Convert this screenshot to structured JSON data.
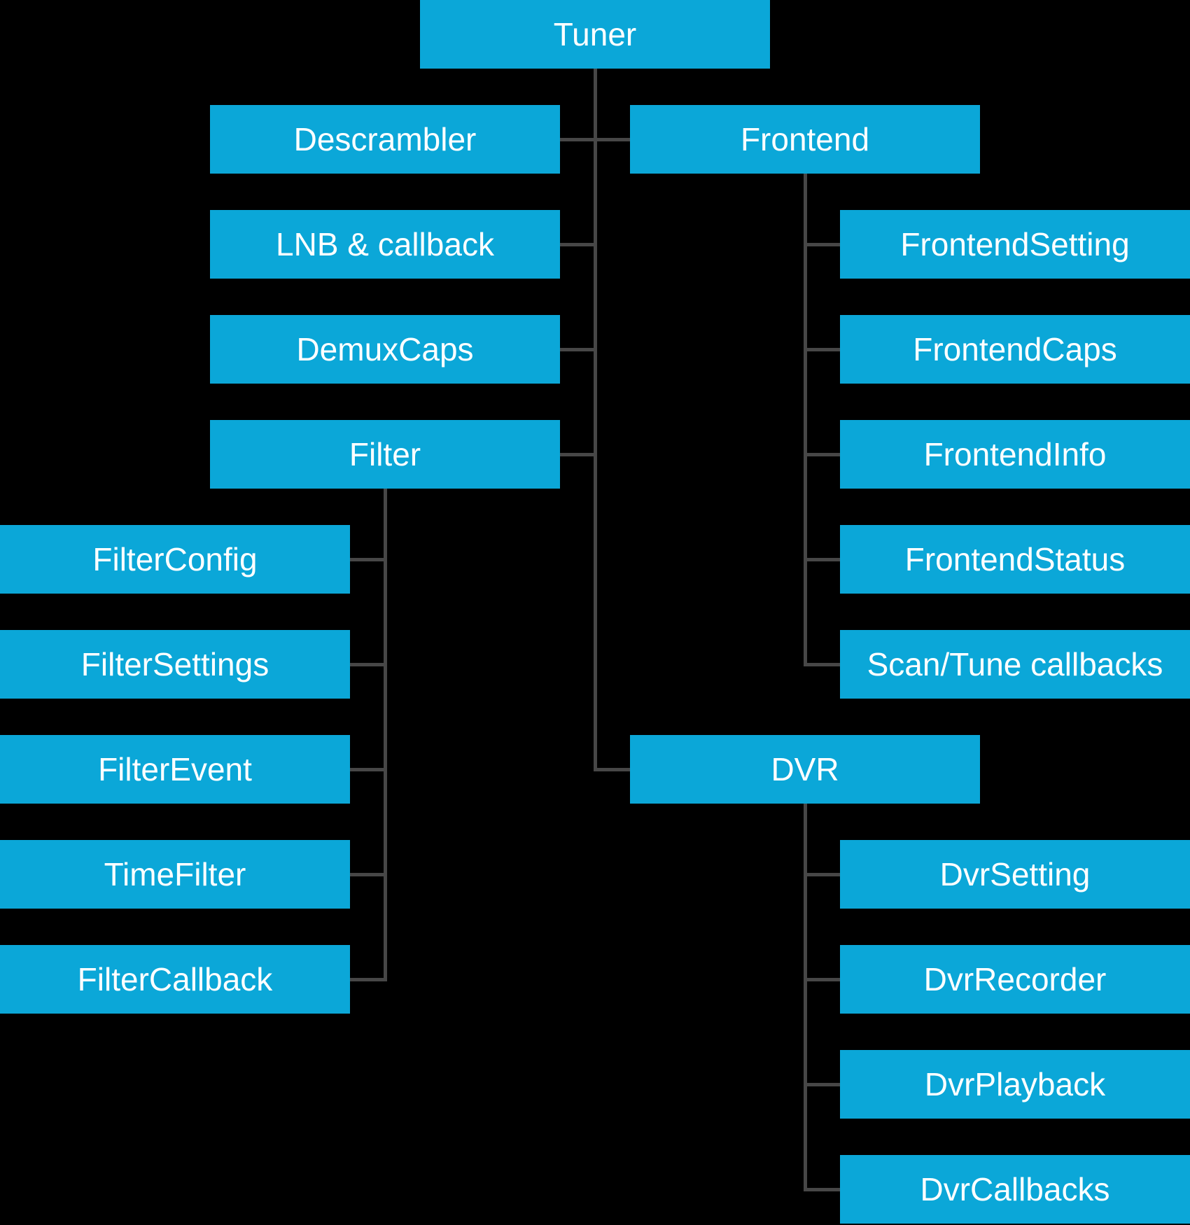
{
  "diagram": {
    "colors": {
      "background": "#000000",
      "node_fill": "#0ba7d8",
      "node_text": "#ffffff",
      "connector": "#474747"
    },
    "nodes": [
      {
        "id": "tuner",
        "label": "Tuner",
        "col": 2,
        "row": 0
      },
      {
        "id": "descrambler",
        "label": "Descrambler",
        "col": 1,
        "row": 1
      },
      {
        "id": "lnb-callback",
        "label": "LNB & callback",
        "col": 1,
        "row": 2
      },
      {
        "id": "demux-caps",
        "label": "DemuxCaps",
        "col": 1,
        "row": 3
      },
      {
        "id": "filter",
        "label": "Filter",
        "col": 1,
        "row": 4
      },
      {
        "id": "filter-config",
        "label": "FilterConfig",
        "col": 0,
        "row": 5
      },
      {
        "id": "filter-settings",
        "label": "FilterSettings",
        "col": 0,
        "row": 6
      },
      {
        "id": "filter-event",
        "label": "FilterEvent",
        "col": 0,
        "row": 7
      },
      {
        "id": "time-filter",
        "label": "TimeFilter",
        "col": 0,
        "row": 8
      },
      {
        "id": "filter-callback",
        "label": "FilterCallback",
        "col": 0,
        "row": 9
      },
      {
        "id": "frontend",
        "label": "Frontend",
        "col": 3,
        "row": 1
      },
      {
        "id": "frontend-setting",
        "label": "FrontendSetting",
        "col": 4,
        "row": 2
      },
      {
        "id": "frontend-caps",
        "label": "FrontendCaps",
        "col": 4,
        "row": 3
      },
      {
        "id": "frontend-info",
        "label": "FrontendInfo",
        "col": 4,
        "row": 4
      },
      {
        "id": "frontend-status",
        "label": "FrontendStatus",
        "col": 4,
        "row": 5
      },
      {
        "id": "scan-tune-callbacks",
        "label": "Scan/Tune callbacks",
        "col": 4,
        "row": 6
      },
      {
        "id": "dvr",
        "label": "DVR",
        "col": 3,
        "row": 7
      },
      {
        "id": "dvr-setting",
        "label": "DvrSetting",
        "col": 4,
        "row": 8
      },
      {
        "id": "dvr-recorder",
        "label": "DvrRecorder",
        "col": 4,
        "row": 9
      },
      {
        "id": "dvr-playback",
        "label": "DvrPlayback",
        "col": 4,
        "row": 10
      },
      {
        "id": "dvr-callbacks",
        "label": "DvrCallbacks",
        "col": 4,
        "row": 11
      }
    ],
    "edges": [
      {
        "from": "tuner",
        "to": [
          "descrambler",
          "frontend",
          "lnb-callback",
          "demux-caps",
          "filter",
          "dvr"
        ]
      },
      {
        "from": "frontend",
        "to": [
          "frontend-setting",
          "frontend-caps",
          "frontend-info",
          "frontend-status",
          "scan-tune-callbacks"
        ]
      },
      {
        "from": "filter",
        "to": [
          "filter-config",
          "filter-settings",
          "filter-event",
          "time-filter",
          "filter-callback"
        ]
      },
      {
        "from": "dvr",
        "to": [
          "dvr-setting",
          "dvr-recorder",
          "dvr-playback",
          "dvr-callbacks"
        ]
      }
    ]
  }
}
